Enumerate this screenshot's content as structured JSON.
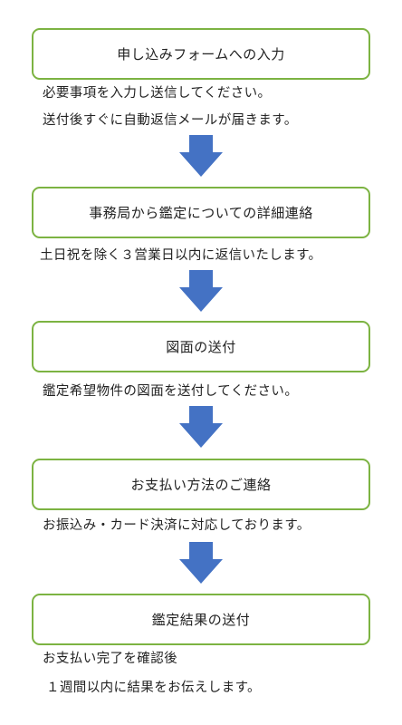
{
  "colors": {
    "box_border": "#7cb342",
    "arrow": "#4472c4",
    "text": "#222222"
  },
  "steps": [
    {
      "title": "申し込みフォームへの入力",
      "notes": [
        "必要事項を入力し送信してください。",
        "送付後すぐに自動返信メールが届きます。"
      ]
    },
    {
      "title": "事務局から鑑定についての詳細連絡",
      "notes": [
        "土日祝を除く３営業日以内に返信いたします。"
      ]
    },
    {
      "title": "図面の送付",
      "notes": [
        "鑑定希望物件の図面を送付してください。"
      ]
    },
    {
      "title": "お支払い方法のご連絡",
      "notes": [
        "お振込み・カード決済に対応しております。"
      ]
    },
    {
      "title": "鑑定結果の送付",
      "notes": [
        "お支払い完了を確認後",
        "１週間以内に結果をお伝えします。"
      ]
    }
  ]
}
